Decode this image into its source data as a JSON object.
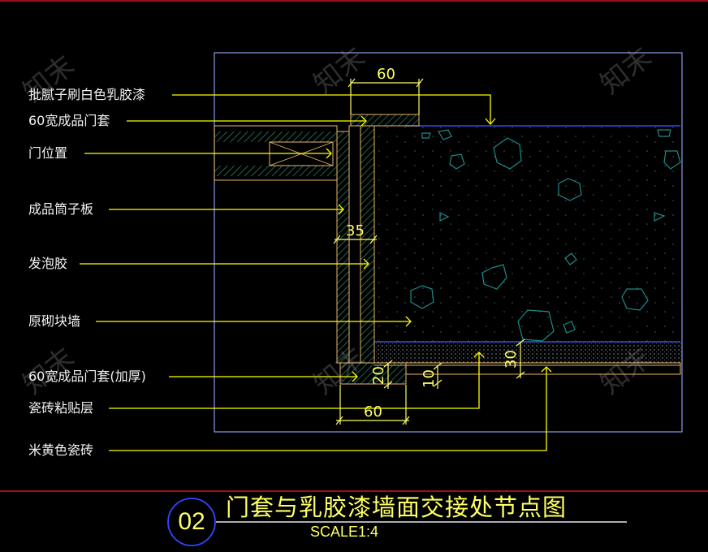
{
  "labels": [
    "批腻子刷白色乳胶漆",
    "60宽成品门套",
    "门位置",
    "成品筒子板",
    "发泡胶",
    "原砌块墙",
    "60宽成品门套(加厚)",
    "瓷砖粘贴层",
    "米黄色瓷砖"
  ],
  "dimensions": {
    "top_width": "60",
    "inner_depth": "35",
    "bottom_thickness": "20",
    "tile_gap": "10",
    "tile_layer": "30",
    "bottom_width": "60"
  },
  "title_block": {
    "number": "02",
    "title": "门套与乳胶漆墙面交接处节点图",
    "scale": "SCALE1:4"
  },
  "watermark": "知末",
  "colors": {
    "background": "#000000",
    "frame": "#d0141e",
    "leader": "#ffff00",
    "dimension": "#ffff66",
    "outline": "#e8b86a",
    "wall_fill": "#2a6b58",
    "border_blue": "#6f86ff"
  }
}
